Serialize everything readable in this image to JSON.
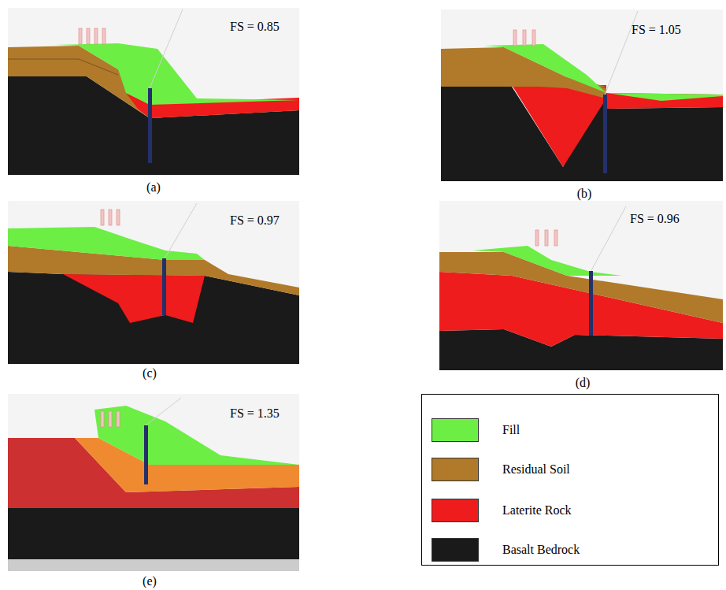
{
  "diagram": {
    "labels": [
      "FS = 0.85",
      "(a)",
      "FS = 1.05",
      "(b)",
      "FS = 0.97",
      "(c)",
      "FS = 0.96",
      "(d)",
      "FS = 1.35",
      "(e)"
    ],
    "legend": [
      {
        "text": "Fill",
        "color": "#6cee45"
      },
      {
        "text": "Residual Soil",
        "color": "#b07a2a"
      },
      {
        "text": "Laterite Rock",
        "color": "#ee1c1c"
      },
      {
        "text": "Basalt Bedrock",
        "color": "#1a1a1a"
      }
    ]
  }
}
